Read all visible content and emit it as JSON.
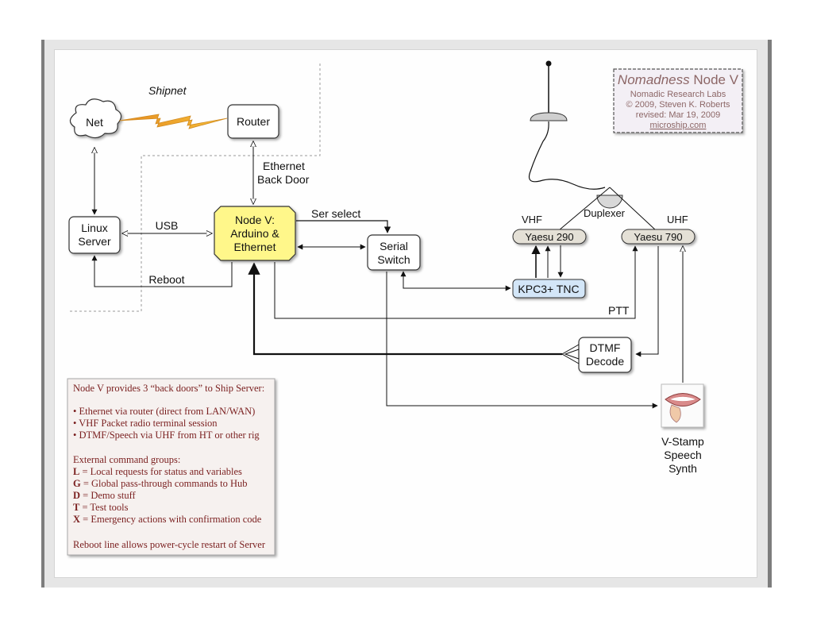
{
  "nodes": {
    "net": "Net",
    "router": "Router",
    "linux_server": [
      "Linux",
      "Server"
    ],
    "node_v": [
      "Node V:",
      "Arduino &",
      "Ethernet"
    ],
    "serial_switch": [
      "Serial",
      "Switch"
    ],
    "yaesu_290": "Yaesu 290",
    "yaesu_790": "Yaesu 790",
    "kpc3": "KPC3+ TNC",
    "dtmf": [
      "DTMF",
      "Decode"
    ],
    "vstamp": [
      "V-Stamp",
      "Speech",
      "Synth"
    ]
  },
  "labels": {
    "shipnet": "Shipnet",
    "ethernet_back_door": [
      "Ethernet",
      "Back Door"
    ],
    "usb": "USB",
    "ser_select": "Ser select",
    "reboot": "Reboot",
    "vhf": "VHF",
    "uhf": "UHF",
    "duplexer": "Duplexer",
    "ptt": "PTT"
  },
  "title_card": {
    "title_italic": "Nomadness",
    "title_rest": " Node V",
    "org": "Nomadic Research Labs",
    "copyright": "© 2009, Steven K. Roberts",
    "revised": "revised: Mar 19, 2009",
    "link": "microship.com"
  },
  "notes": {
    "intro": "Node V provides 3 “back doors” to Ship Server:",
    "bullets": [
      "• Ethernet via router (direct from LAN/WAN)",
      "• VHF Packet radio terminal session",
      "• DTMF/Speech via UHF from HT or other rig"
    ],
    "groups_heading": "External command groups:",
    "groups": [
      {
        "key": "L",
        "text": " = Local requests for status and variables"
      },
      {
        "key": "G",
        "text": " = Global pass-through commands to Hub"
      },
      {
        "key": "D",
        "text": " = Demo stuff"
      },
      {
        "key": "T",
        "text": " = Test tools"
      },
      {
        "key": "X",
        "text": " = Emergency actions with confirmation code"
      }
    ],
    "footer": "Reboot line allows power-cycle restart of Server"
  },
  "colors": {
    "node_v_fill": "#fff78a",
    "radio_fill": "#e4e0d6",
    "tnc_fill": "#d3e6f8",
    "notes_text": "#7a1f1f",
    "title_text": "#8c6666",
    "lightning": "#f2b12a"
  }
}
